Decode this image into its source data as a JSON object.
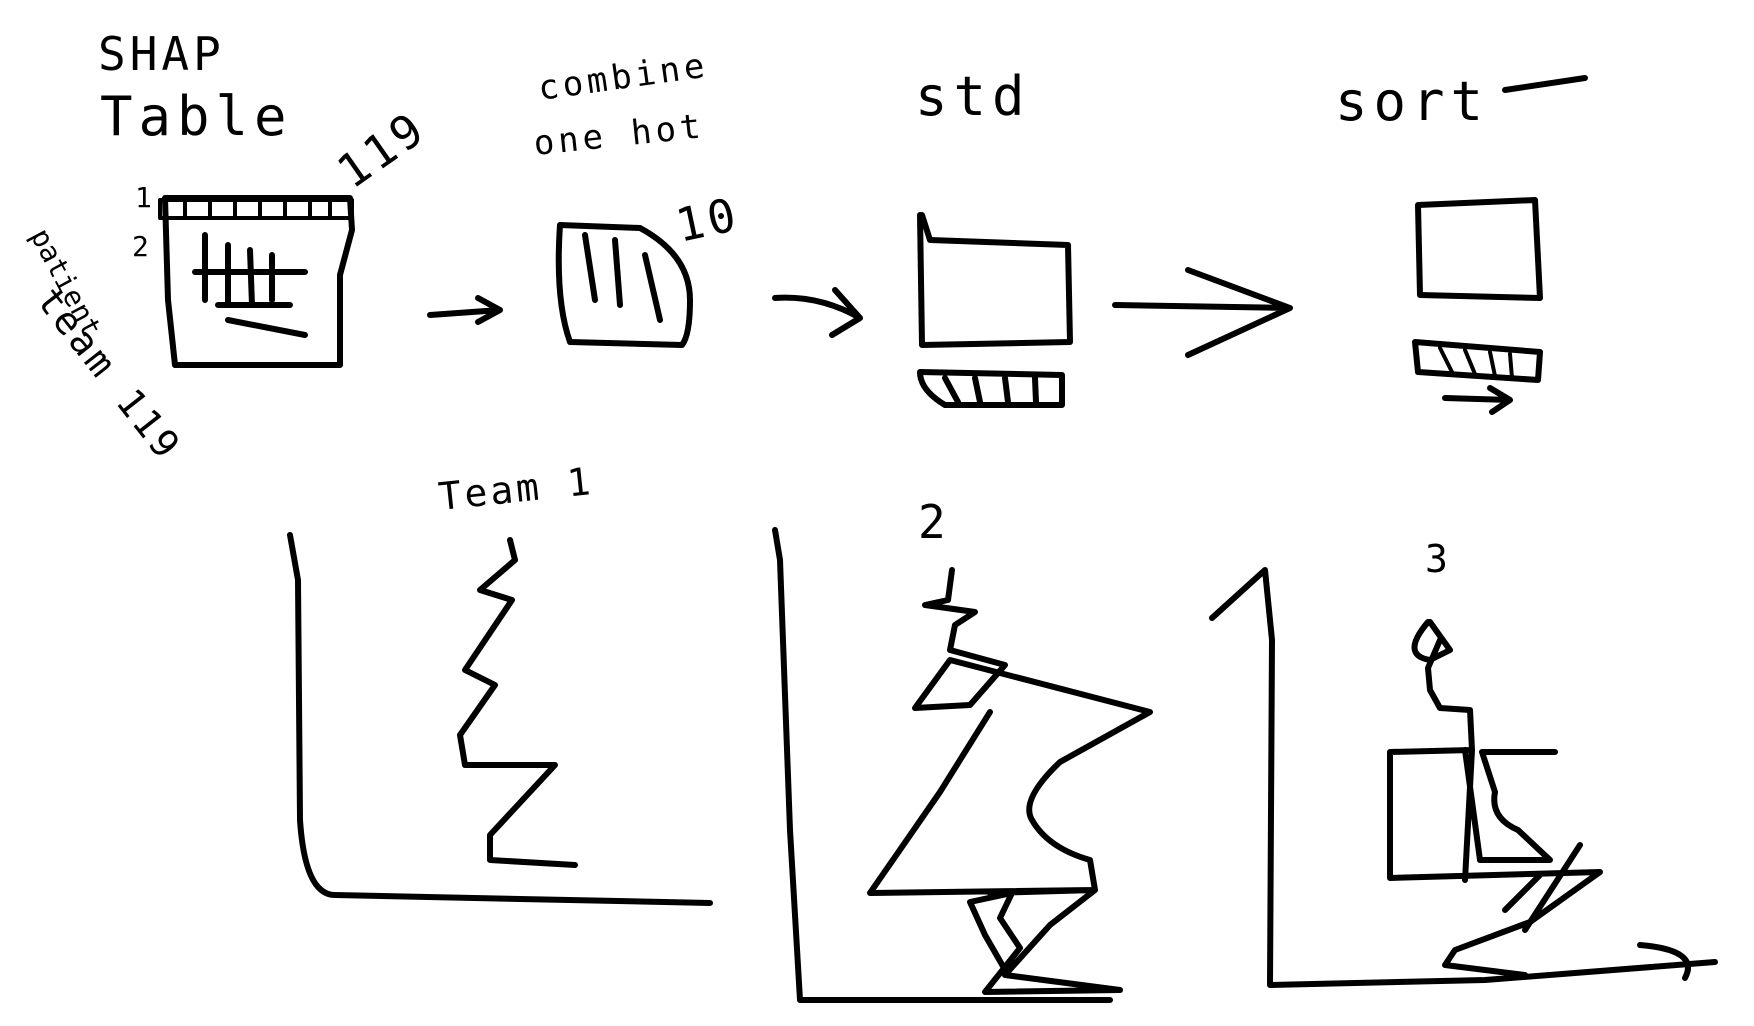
{
  "steps": [
    {
      "title_line1": "SHAP",
      "title_line2": "Table"
    },
    {
      "title_line1": "combine",
      "title_line2": "one hot"
    },
    {
      "title_line1": "std",
      "title_line2": ""
    },
    {
      "title_line1": "sort",
      "title_line2": ""
    }
  ],
  "shap_table": {
    "col_count_label": "119",
    "row_label_1": "1",
    "row_label_2": "2",
    "side_label_line1": "patient",
    "side_label_line2": "team 119"
  },
  "combined": {
    "col_count_label": "10"
  },
  "plots": [
    {
      "label": "Team 1"
    },
    {
      "label": "2"
    },
    {
      "label": "3"
    }
  ]
}
